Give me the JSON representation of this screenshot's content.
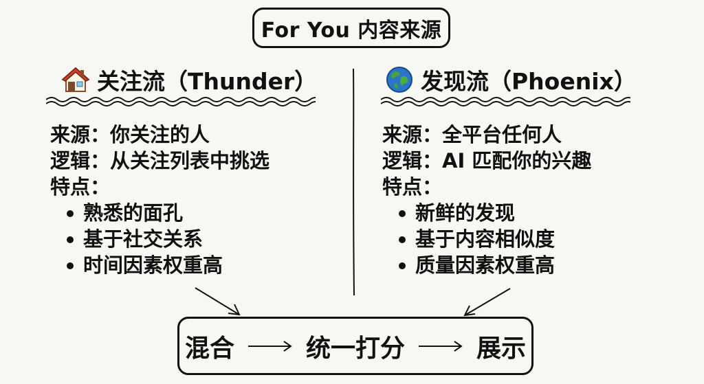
{
  "title": "For You 内容来源",
  "left": {
    "header": "关注流（Thunder）",
    "icon": "house-icon",
    "source_line": "来源：你关注的人",
    "logic_line": "逻辑：从关注列表中挑选",
    "features_label": "特点：",
    "features": [
      "熟悉的面孔",
      "基于社交关系",
      "时间因素权重高"
    ]
  },
  "right": {
    "header": "发现流（Phoenix）",
    "icon": "globe-icon",
    "source_line": "来源：全平台任何人",
    "logic_line": "逻辑：AI 匹配你的兴趣",
    "features_label": "特点：",
    "features": [
      "新鲜的发现",
      "基于内容相似度",
      "质量因素权重高"
    ]
  },
  "flow": {
    "step1": "混合",
    "step2": "统一打分",
    "step3": "展示"
  }
}
